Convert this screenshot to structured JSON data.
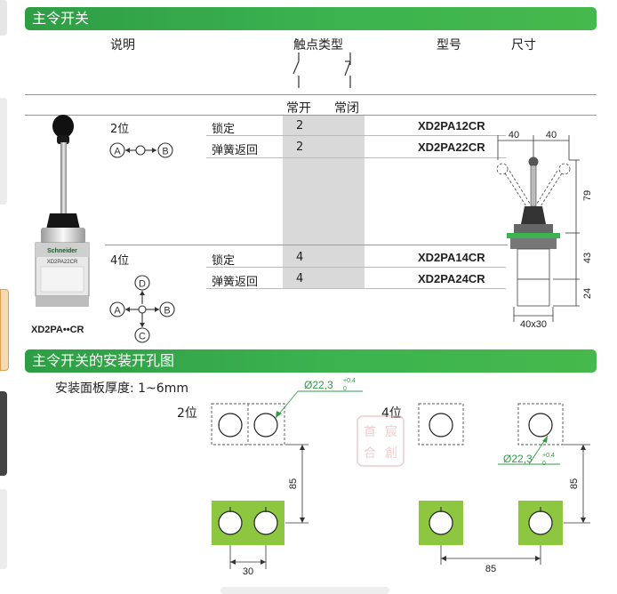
{
  "section1": {
    "title": "主令开关",
    "headers": {
      "desc": "说明",
      "contact_type": "触点类型",
      "model": "型号",
      "size": "尺寸"
    },
    "contact_labels": {
      "no": "常开",
      "nc": "常闭"
    },
    "groups": [
      {
        "positions": "2位",
        "diagram": [
          "A",
          "O",
          "B"
        ],
        "rows": [
          {
            "mode": "锁定",
            "no": "2",
            "nc": "",
            "model": "XD2PA12CR"
          },
          {
            "mode": "弹簧返回",
            "no": "2",
            "nc": "",
            "model": "XD2PA22CR"
          }
        ]
      },
      {
        "positions": "4位",
        "diagram": [
          "A",
          "B",
          "C",
          "D"
        ],
        "rows": [
          {
            "mode": "锁定",
            "no": "4",
            "nc": "",
            "model": "XD2PA14CR"
          },
          {
            "mode": "弹簧返回",
            "no": "4",
            "nc": "",
            "model": "XD2PA24CR"
          }
        ]
      }
    ],
    "product_caption": "XD2PA••CR",
    "product_brand": "Schneider",
    "product_label": "XD2PA22CR",
    "dimensions": {
      "left": "40",
      "right": "40",
      "lever": "79",
      "body": "43",
      "base": "24",
      "footprint": "40x30"
    }
  },
  "section2": {
    "title": "主令开关的安装开孔图",
    "thickness": "安装面板厚度: 1~6mm",
    "two_pos_label": "2位",
    "four_pos_label": "4位",
    "hole_dia": "Ø22,3",
    "tol_upper": "+0,4",
    "tol_lower": "0",
    "dim_vertical": "85",
    "dim_2pos_spacing": "30",
    "dim_4pos_spacing": "85",
    "stamp": [
      "首",
      "宸",
      "合",
      "創"
    ]
  },
  "colors": {
    "green": "#3cb34f",
    "pad": "#8dc63f",
    "shade": "#d9d9d9",
    "stamp": "#e7a4a4"
  }
}
